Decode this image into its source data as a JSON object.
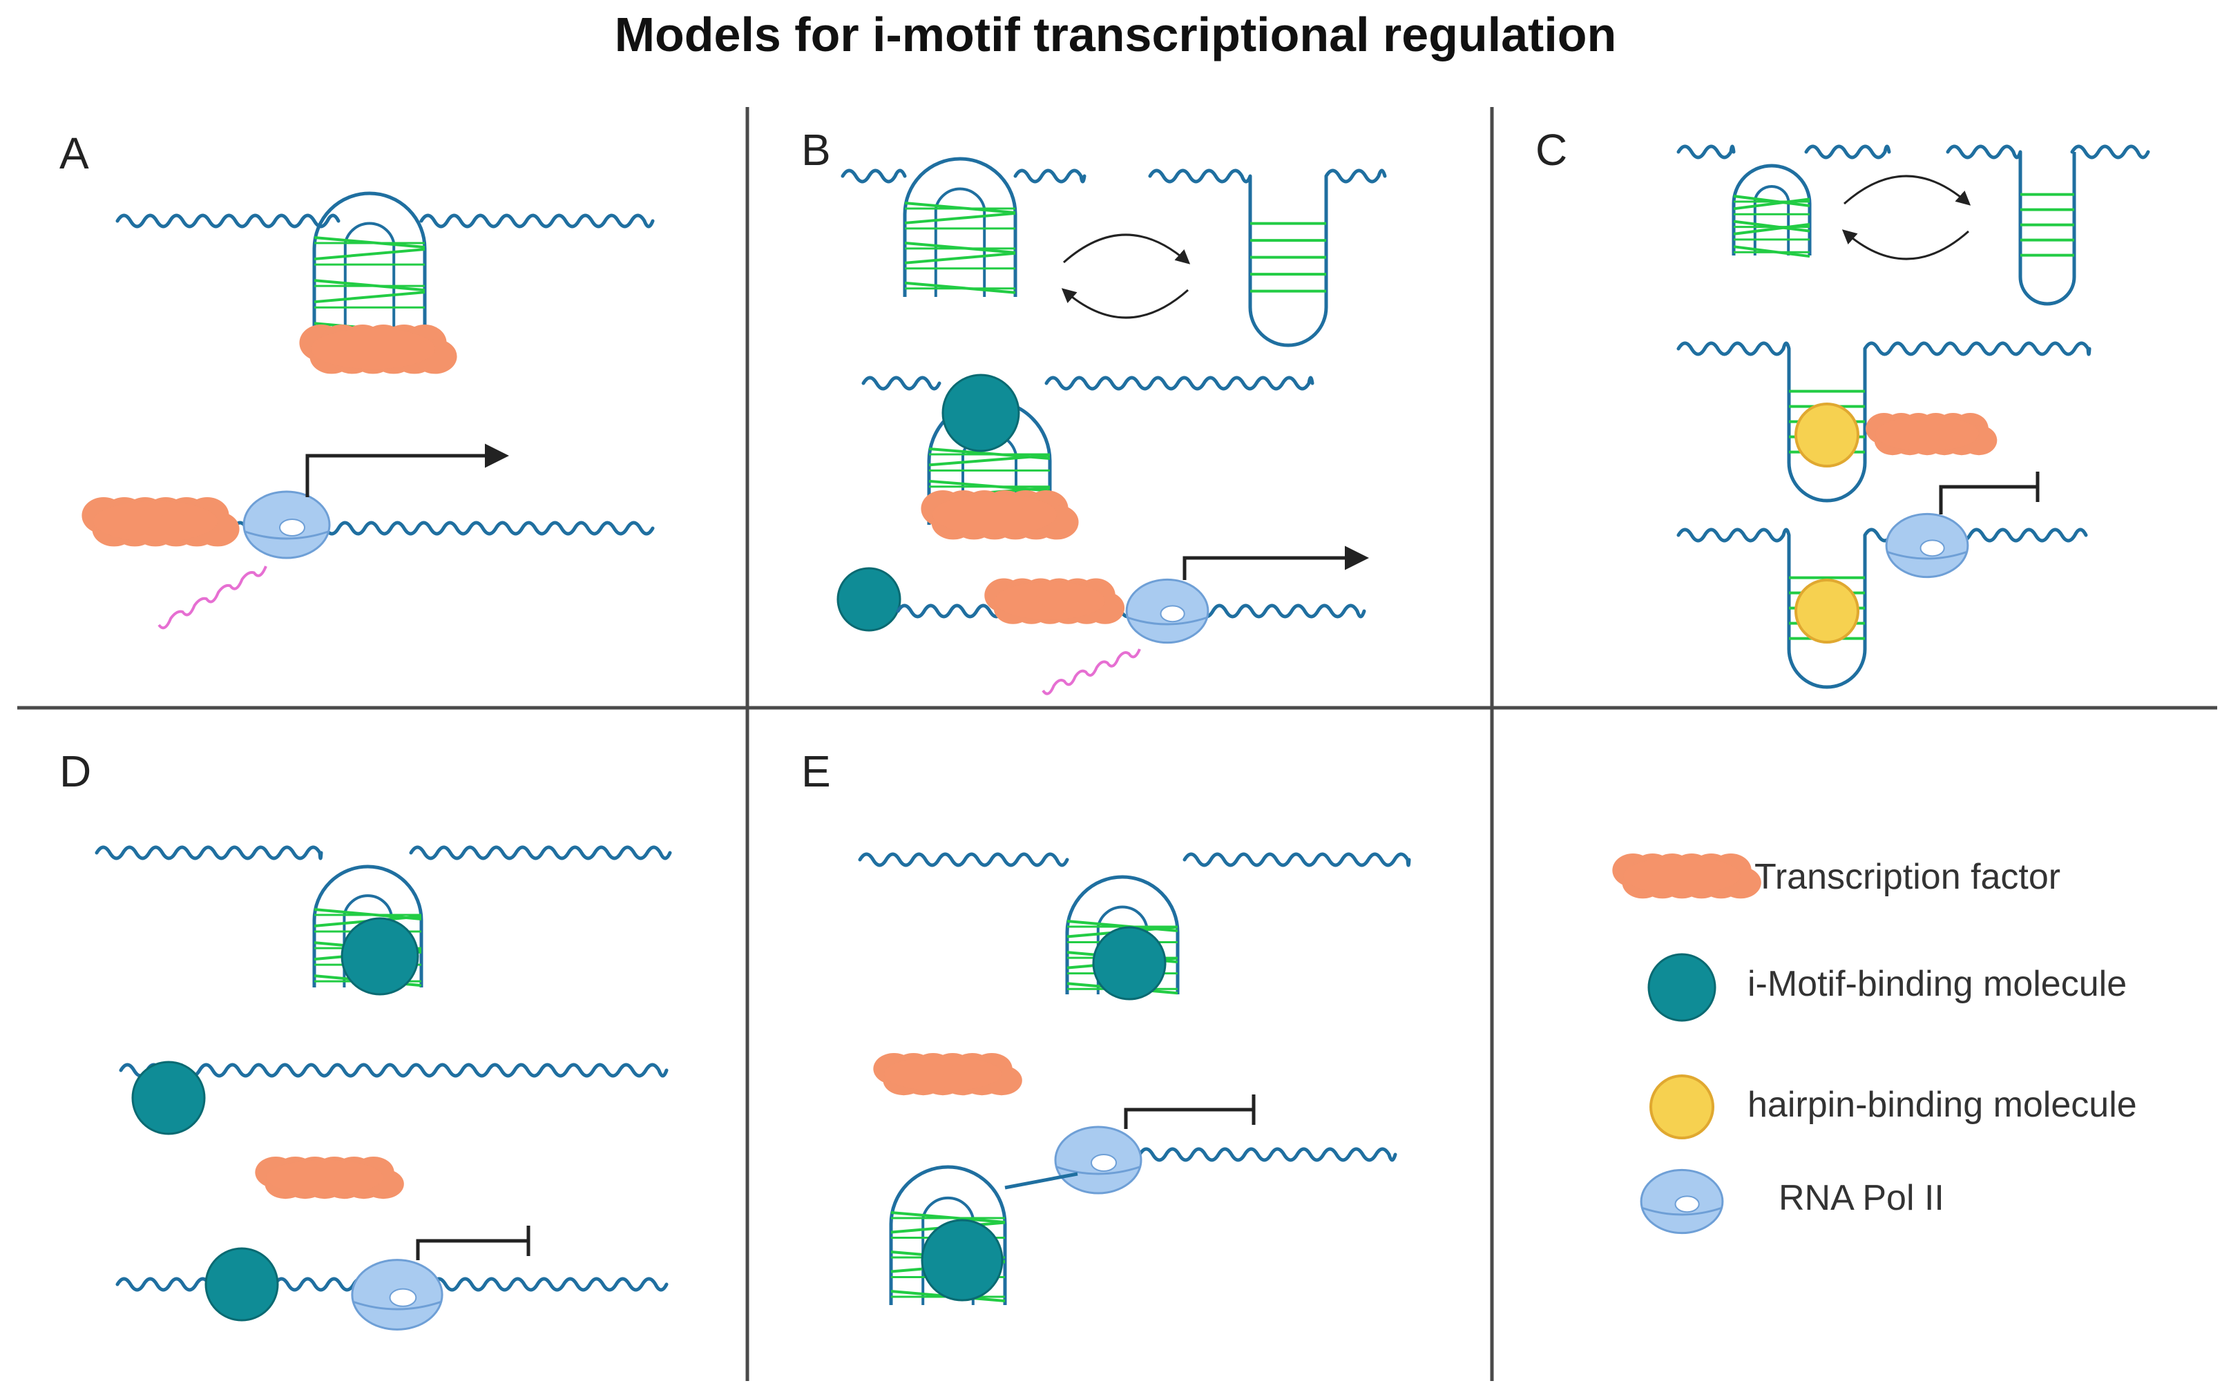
{
  "title": "Models for i-motif transcriptional regulation",
  "panels": [
    "A",
    "B",
    "C",
    "D",
    "E"
  ],
  "legend": {
    "transcription_factor": "Transcription factor",
    "imotif_binder": "i-Motif-binding molecule",
    "hairpin_binder": "hairpin-binding molecule",
    "rna_pol": "RNA Pol II"
  },
  "colors": {
    "dna": "#1f6fa0",
    "imotif_bonds": "#22cc44",
    "transcription_factor": "#f4936a",
    "imotif_binder": "#0f8c96",
    "hairpin_binder": "#f6d150",
    "rna_pol": "#a9cbf0",
    "rna": "#e66fd2",
    "divider": "#4a4a4a",
    "arrow": "#222222"
  },
  "icons": {
    "transcription_factor": "transcription-factor-icon",
    "imotif_binder": "imotif-binder-icon",
    "hairpin_binder": "hairpin-binder-icon",
    "rna_pol": "rna-pol-icon"
  }
}
